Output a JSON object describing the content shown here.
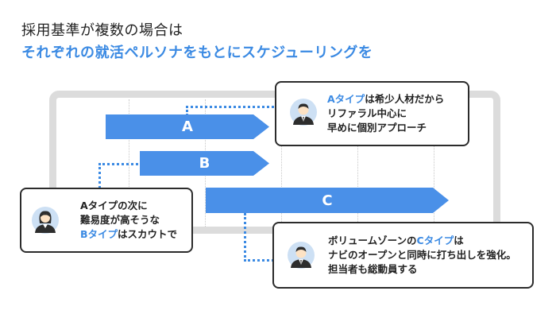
{
  "title": {
    "line1": "採用基準が複数の場合は",
    "line2": "それぞれの就活ペルソナをもとにスケジューリングを"
  },
  "arrows": [
    {
      "label": "A"
    },
    {
      "label": "B"
    },
    {
      "label": "C"
    }
  ],
  "callouts": {
    "a": {
      "line1_highlight": "Aタイプ",
      "line1_rest": "は希少人材だから",
      "line2": "リファラル中心に",
      "line3": "早めに個別アプローチ"
    },
    "b": {
      "line1": "Aタイプの次に",
      "line2": "難易度が高そうな",
      "line3_highlight": "Bタイプ",
      "line3_rest": "はスカウトで"
    },
    "c": {
      "line1_pre": "ボリュームゾーンの",
      "line1_highlight": "Cタイプ",
      "line1_rest": "は",
      "line2": "ナビのオープンと同時に打ち出しを強化。",
      "line3": "担当者も総動員する"
    }
  },
  "colors": {
    "accent": "#3b8ae3",
    "arrow": "#4a90e8",
    "frame": "#dcdcdc",
    "border": "#2b2b2b"
  },
  "icons": {
    "avatar_a": "businessman-avatar-icon",
    "avatar_b": "businesswoman-avatar-icon",
    "avatar_c": "businessman-avatar-icon"
  }
}
